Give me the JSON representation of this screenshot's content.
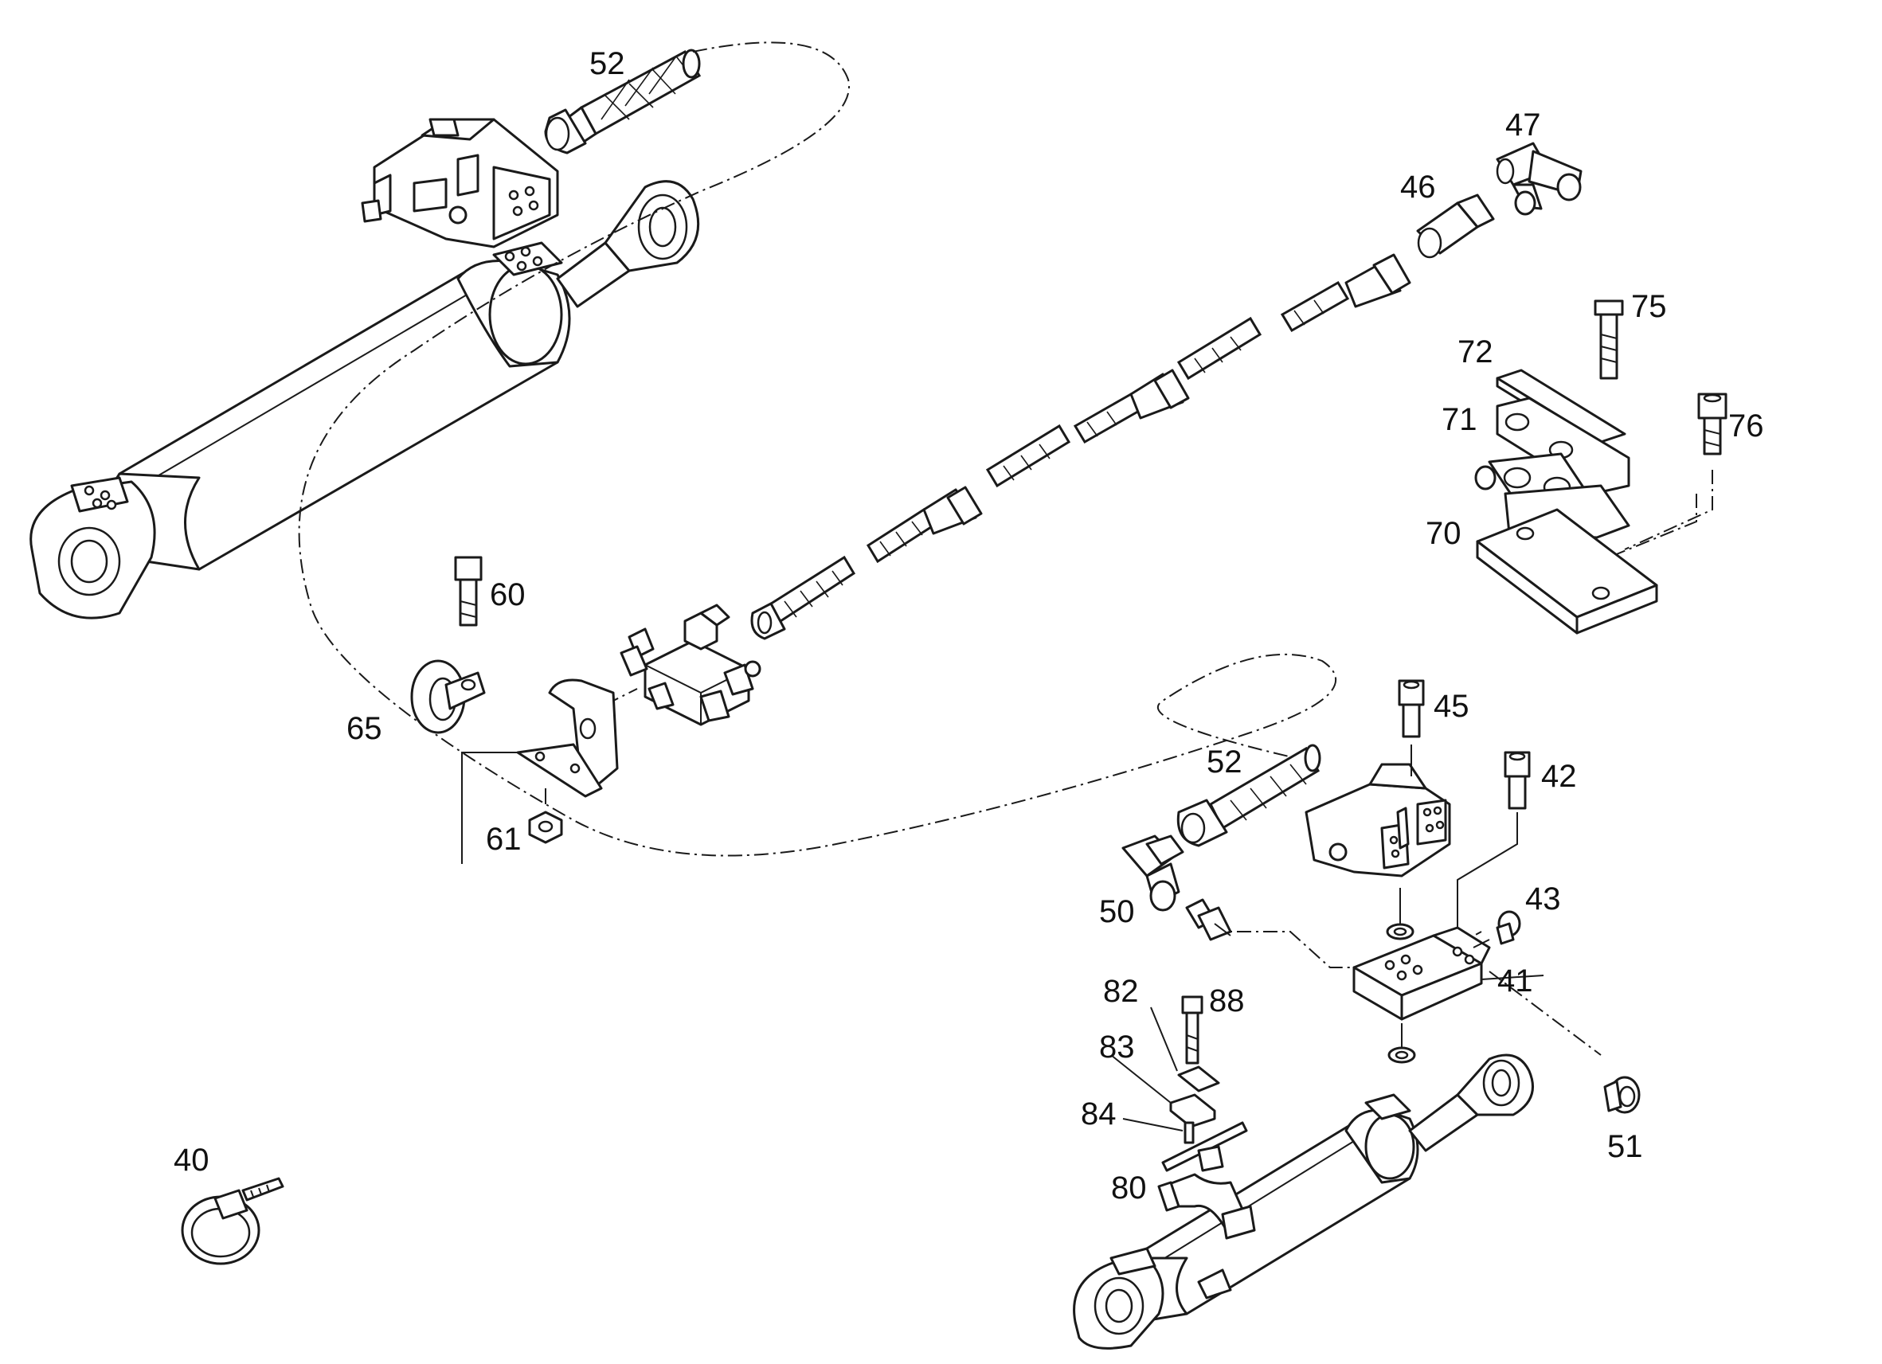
{
  "diagram": {
    "type": "exploded-parts-view",
    "line_color": "#1a1a1a",
    "background": "#ffffff",
    "callouts": [
      {
        "id": "c52a",
        "label": "52"
      },
      {
        "id": "c47",
        "label": "47"
      },
      {
        "id": "c46",
        "label": "46"
      },
      {
        "id": "c75",
        "label": "75"
      },
      {
        "id": "c72",
        "label": "72"
      },
      {
        "id": "c71",
        "label": "71"
      },
      {
        "id": "c76",
        "label": "76"
      },
      {
        "id": "c70",
        "label": "70"
      },
      {
        "id": "c60",
        "label": "60"
      },
      {
        "id": "c65",
        "label": "65"
      },
      {
        "id": "c61",
        "label": "61"
      },
      {
        "id": "c45",
        "label": "45"
      },
      {
        "id": "c52b",
        "label": "52"
      },
      {
        "id": "c42",
        "label": "42"
      },
      {
        "id": "c50",
        "label": "50"
      },
      {
        "id": "c43",
        "label": "43"
      },
      {
        "id": "c41",
        "label": "41"
      },
      {
        "id": "c82",
        "label": "82"
      },
      {
        "id": "c88",
        "label": "88"
      },
      {
        "id": "c83",
        "label": "83"
      },
      {
        "id": "c84",
        "label": "84"
      },
      {
        "id": "c51",
        "label": "51"
      },
      {
        "id": "c40",
        "label": "40"
      },
      {
        "id": "c80",
        "label": "80"
      }
    ]
  }
}
